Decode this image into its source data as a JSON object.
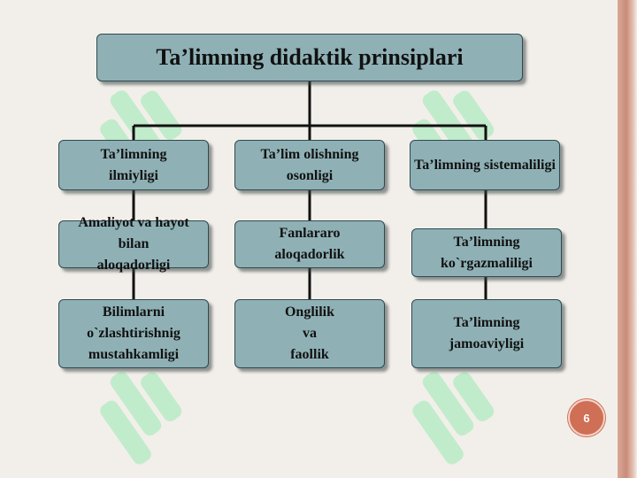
{
  "diagram": {
    "title": "Ta’limning didaktik prinsiplari",
    "columns": [
      {
        "items": [
          "Ta’limning\nilmiyligi",
          "Amaliyot va hayot bilan\naloqadorligi",
          "Bilimlarni\no`zlashtirishnig\nmustahkamligi"
        ]
      },
      {
        "items": [
          "Ta’lim olishning\nosonligi",
          "Fanlararo\naloqadorlik",
          "Onglilik\nva\nfaollik"
        ]
      },
      {
        "items": [
          "Ta’limning sistemaliligi",
          "Ta’limning\nko`rgazmaliligi",
          "Ta’limning\njamoaviyligi"
        ]
      }
    ]
  },
  "slide": {
    "page_number": "6"
  },
  "colors": {
    "box_fill": "#8fb1b6",
    "box_border": "#2d4a50",
    "connector": "#111111",
    "page_badge": "#cf6f55",
    "watermark": "#b9ecc6"
  }
}
